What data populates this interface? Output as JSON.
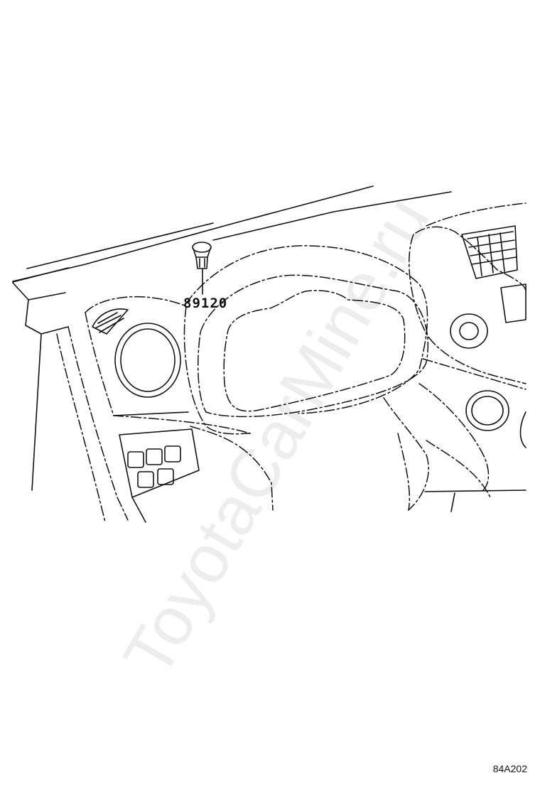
{
  "diagram": {
    "part_number": "89120",
    "figure_code": "84A202",
    "watermark": "ToyotaCarMine.ru"
  }
}
